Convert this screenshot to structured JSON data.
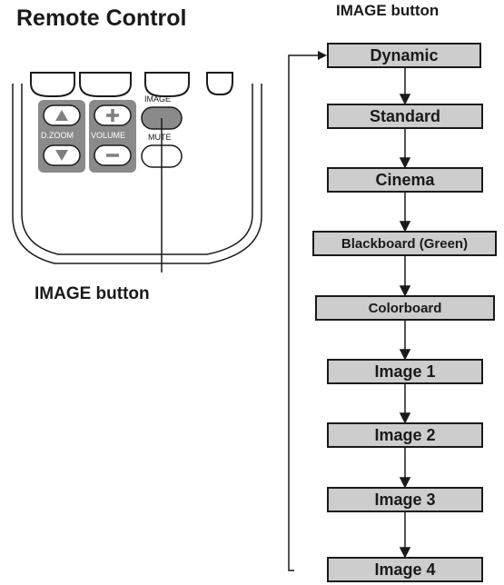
{
  "titles": {
    "remote_control": "Remote Control",
    "image_button_header": "IMAGE button",
    "image_button_callout": "IMAGE button"
  },
  "remote": {
    "dzoom_label": "D.ZOOM",
    "volume_label": "VOLUME",
    "image_label": "IMAGE",
    "mute_label": "MUTE",
    "up_symbol": "▲",
    "down_symbol": "▼",
    "plus_symbol": "+",
    "minus_symbol": "−"
  },
  "image_modes": [
    "Dynamic",
    "Standard",
    "Cinema",
    "Blackboard (Green)",
    "Colorboard",
    "Image 1",
    "Image 2",
    "Image 3",
    "Image 4"
  ],
  "colors": {
    "box_fill": "#cdcdcd",
    "button_fill": "#8a8a8a",
    "line": "#1a1a1a"
  }
}
